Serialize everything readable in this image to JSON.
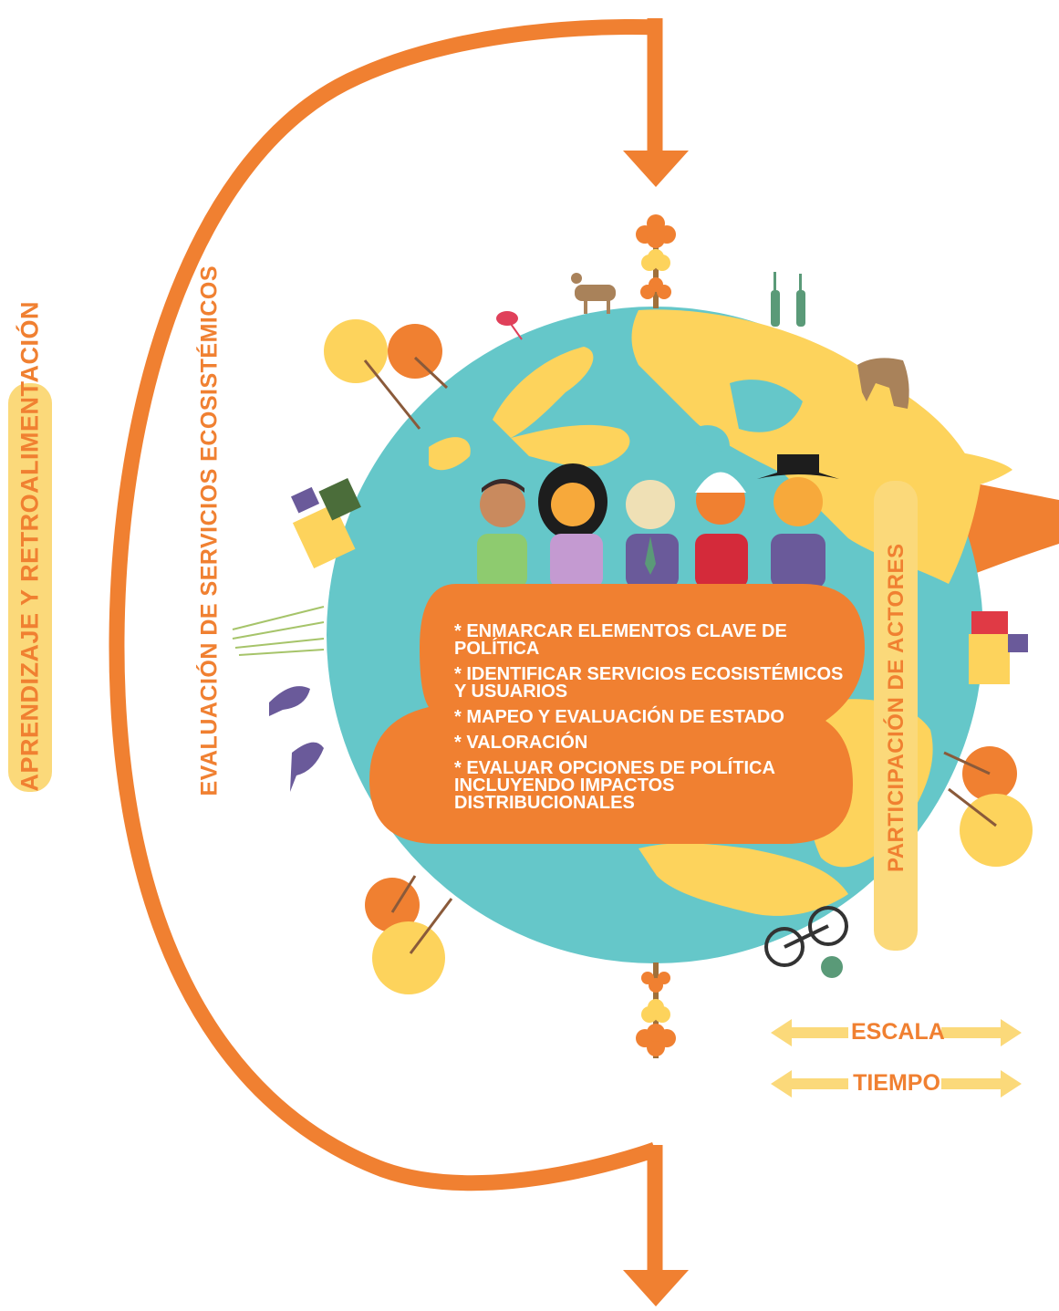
{
  "labels": {
    "feedback": "APRENDIZAJE Y RETROALIMENTACIÓN",
    "assessment": "EVALUACIÓN DE SERVICIOS ECOSISTÉMICOS",
    "actors": "PARTICIPACIÓN DE ACTORES",
    "scale": "ESCALA",
    "time": "TIEMPO"
  },
  "tasks": [
    "* ENMARCAR ELEMENTOS CLAVE DE POLÍTICA",
    "* IDENTIFICAR SERVICIOS ECOSISTÉMICOS Y USUARIOS",
    "* MAPEO Y EVALUACIÓN DE ESTADO",
    "* VALORACIÓN",
    "* EVALUAR OPCIONES DE POLÍTICA INCLUYENDO IMPACTOS DISTRIBUCIONALES"
  ],
  "colors": {
    "orange": "#f08031",
    "ocean": "#65c7c9",
    "land": "#fdd35c",
    "pale_yellow": "#fbd97a",
    "white": "#ffffff"
  }
}
